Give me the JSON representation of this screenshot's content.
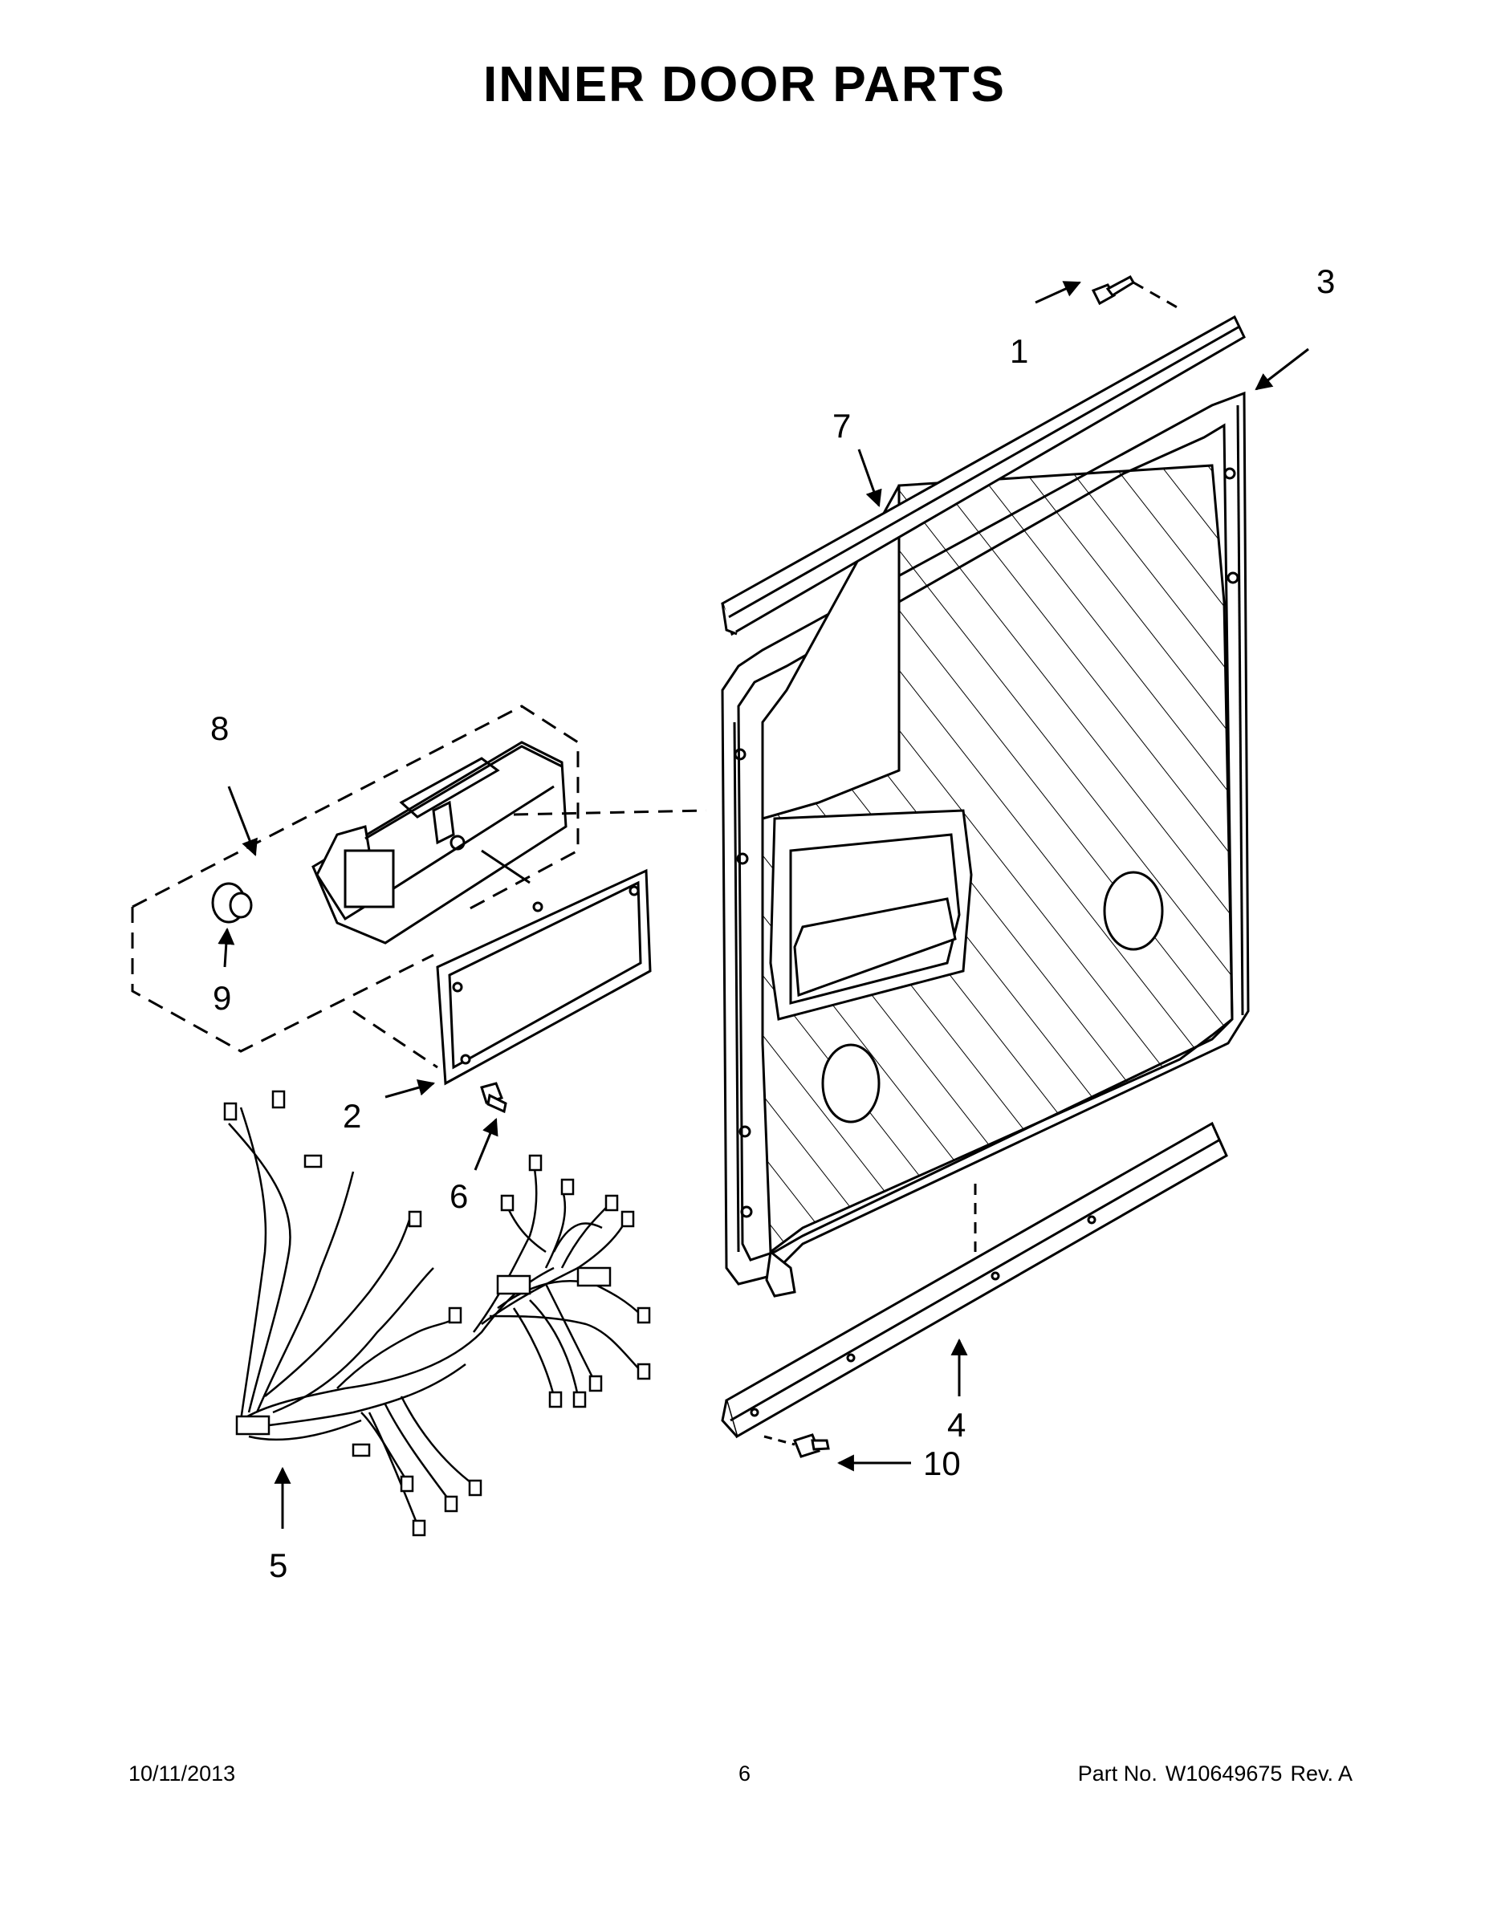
{
  "page": {
    "title": "INNER DOOR PARTS"
  },
  "callouts": [
    "1",
    "2",
    "3",
    "4",
    "5",
    "6",
    "7",
    "8",
    "9",
    "10"
  ],
  "footer": {
    "date": "10/11/2013",
    "page_number": "6",
    "part_label": "Part No.",
    "part_number": "W10649675",
    "revision": "Rev. A"
  }
}
